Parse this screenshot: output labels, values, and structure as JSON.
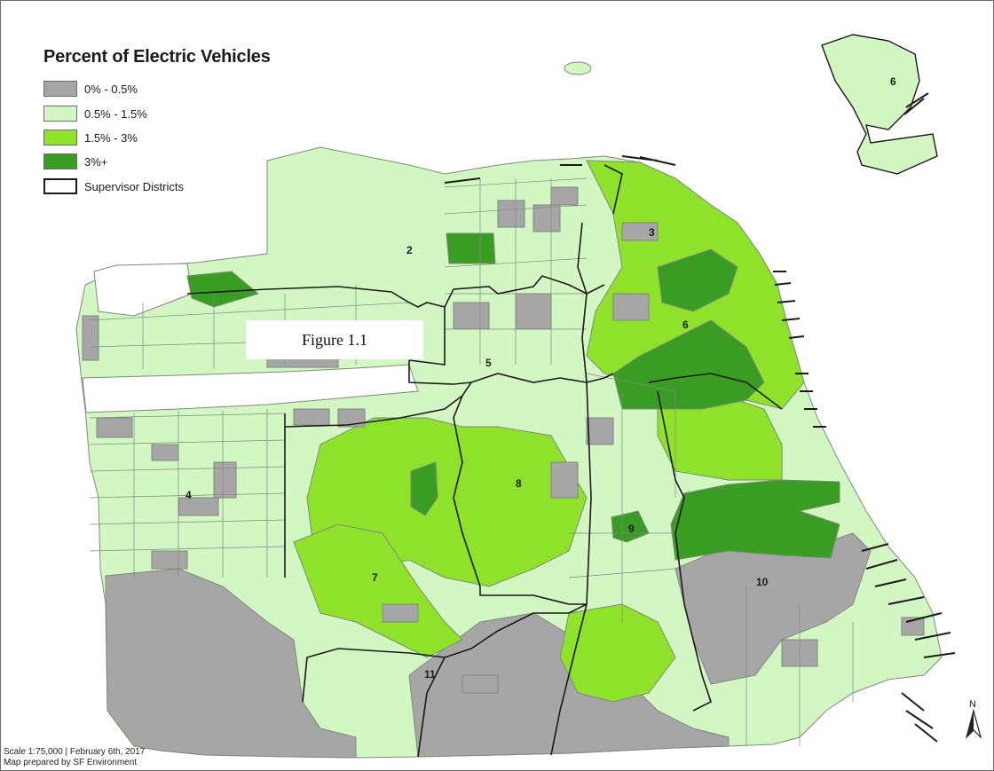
{
  "legend": {
    "title": "Percent of Electric Vehicles",
    "items": [
      {
        "label": "0% - 0.5%",
        "color": "#a6a6a6"
      },
      {
        "label": "0.5% - 1.5%",
        "color": "#d3f7c3"
      },
      {
        "label": "1.5% - 3%",
        "color": "#8fe22a"
      },
      {
        "label": "3%+",
        "color": "#3a9d23"
      },
      {
        "label": "Supervisor Districts",
        "color": "#ffffff"
      }
    ]
  },
  "figure_label": "Figure 1.1",
  "districts": [
    "6",
    "3",
    "2",
    "6",
    "5",
    "4",
    "8",
    "9",
    "7",
    "10",
    "11"
  ],
  "footer": {
    "scale_line": "Scale 1:75,000 | February 6th, 2017",
    "credit_line": "Map prepared by SF Environment"
  },
  "north_arrow": {
    "label": "N"
  },
  "colors": {
    "boundary": "#1a1a1a",
    "tract_edge": "#7e8a7a",
    "unshaded": "#ffffff"
  }
}
